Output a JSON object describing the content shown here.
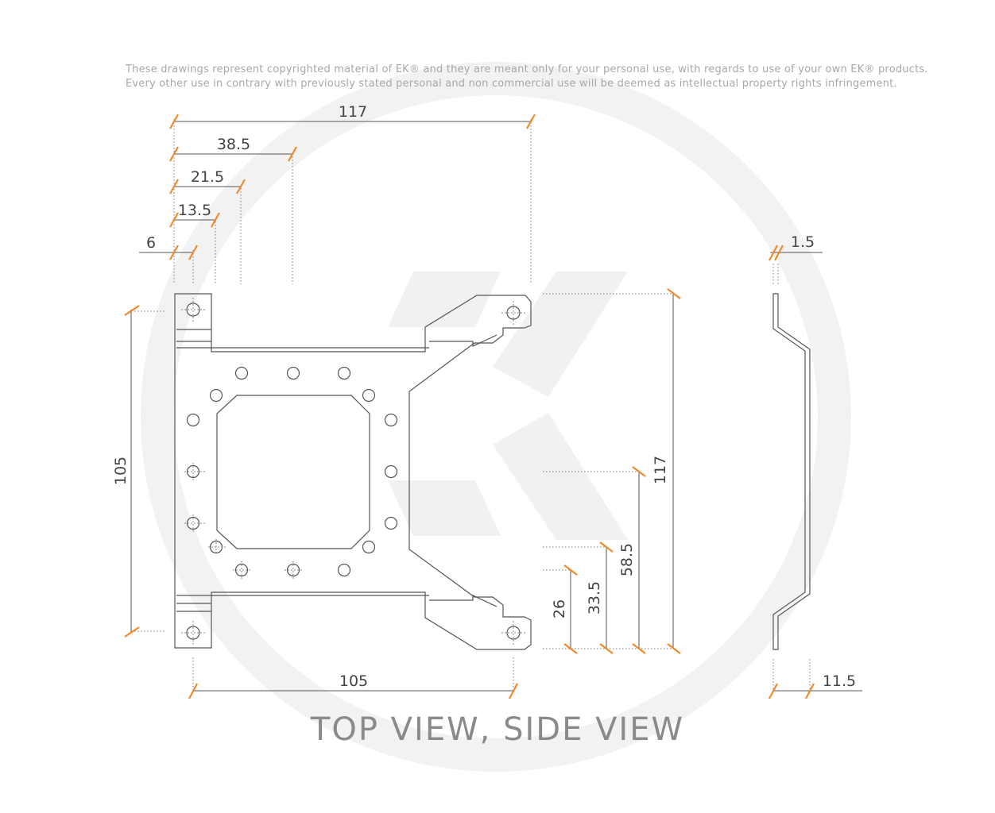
{
  "notice": {
    "line1": "These drawings represent copyrighted material of EK® and they are meant only for your personal use, with regards to use of  your own EK® products.",
    "line2": "Every other use in contrary with previously stated personal and non commercial use will be deemed as intellectual property rights infringement."
  },
  "caption": "TOP VIEW, SIDE VIEW",
  "dimensions": {
    "top_117": "117",
    "top_38_5": "38.5",
    "top_21_5": "21.5",
    "top_13_5": "13.5",
    "top_6": "6",
    "left_105": "105",
    "bottom_105": "105",
    "right_117": "117",
    "right_58_5": "58.5",
    "right_33_5": "33.5",
    "right_26": "26",
    "side_1_5": "1.5",
    "side_11_5": "11.5"
  },
  "colors": {
    "dimension_tick": "#f08a2c",
    "line": "#555555",
    "watermark": "#f1f1f1",
    "caption": "#8a8a8a"
  }
}
